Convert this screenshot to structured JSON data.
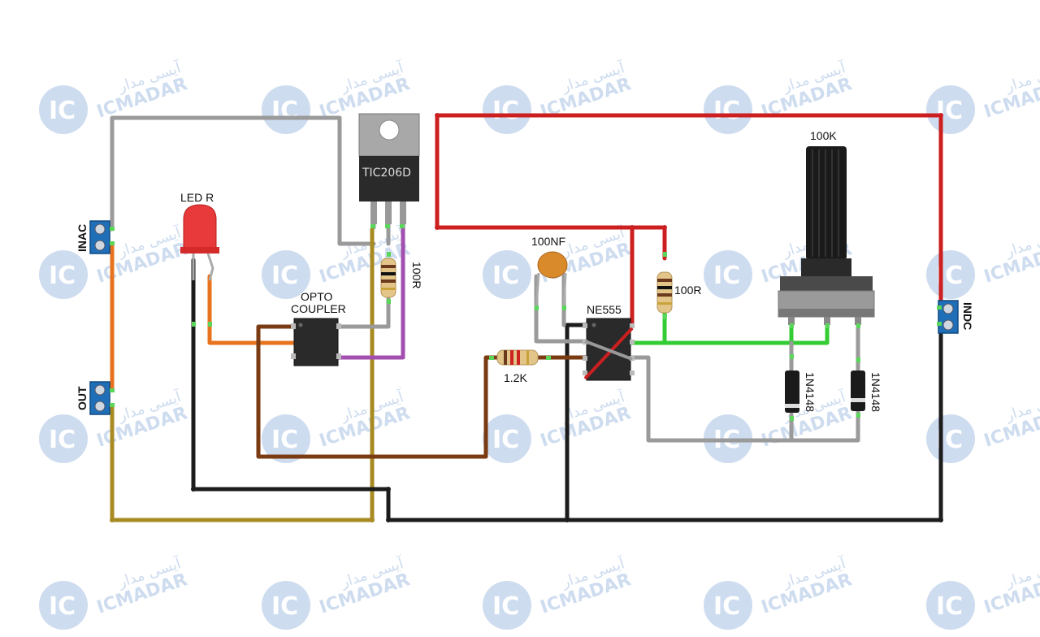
{
  "watermark": {
    "logo_text": "IC",
    "brand_en": "ICMADAR",
    "brand_fa": "آیسی مدار"
  },
  "components": {
    "triac": {
      "part": "TIC206D"
    },
    "led": {
      "label": "LED R"
    },
    "opto": {
      "label_line1": "OPTO",
      "label_line2": "COUPLER"
    },
    "resistor_gate": {
      "value": "100R"
    },
    "capacitor": {
      "value": "100NF"
    },
    "timer": {
      "label": "NE555"
    },
    "resistor_pot": {
      "value": "100R"
    },
    "resistor_input": {
      "value": "1.2K"
    },
    "potentiometer": {
      "value": "100K"
    },
    "diode1": {
      "part": "1N4148"
    },
    "diode2": {
      "part": "1N4148"
    }
  },
  "terminals": {
    "inac": "INAC",
    "out": "OUT",
    "indc": "INDC"
  },
  "colors": {
    "red_wire": "#cc1f1f",
    "gray_wire": "#9a9a9a",
    "black_wire": "#1c1c1c",
    "orange_wire": "#e8731e",
    "olive_wire": "#a88a22",
    "brown_wire": "#7a3a12",
    "purple_wire": "#a24fb0",
    "green_wire": "#33cc33",
    "terminal_blue": "#1f6fb8",
    "watermark": "#c9d9ee"
  }
}
